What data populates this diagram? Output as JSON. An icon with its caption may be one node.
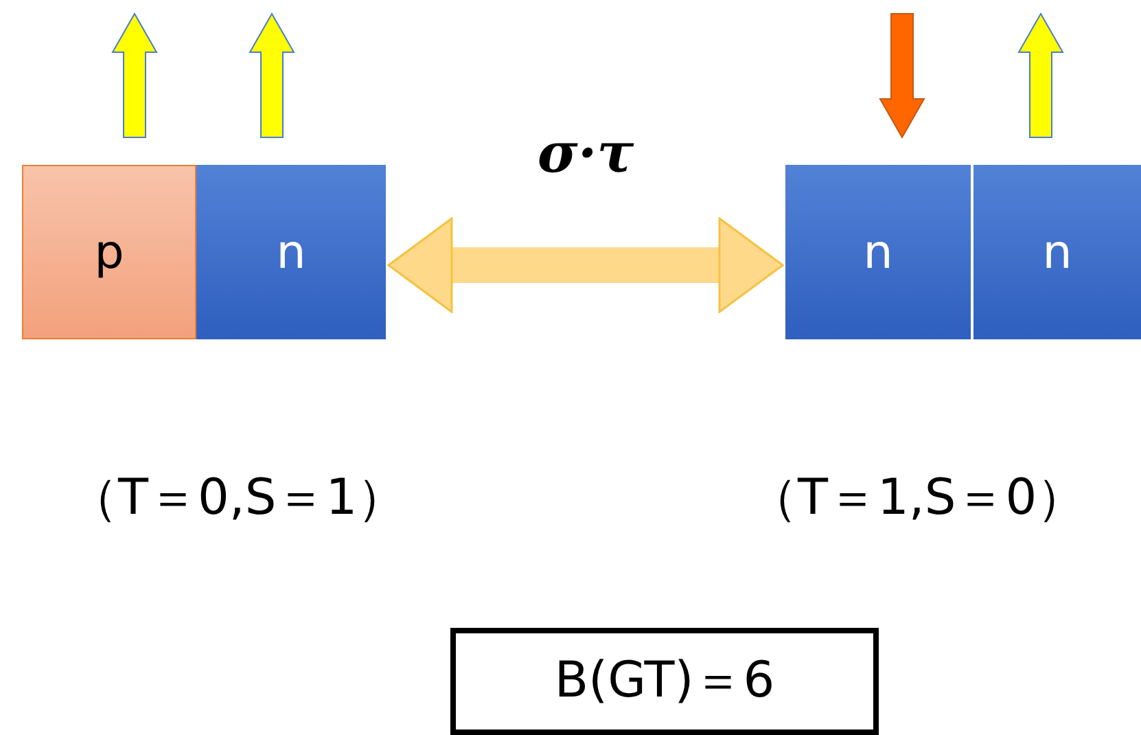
{
  "diagram": {
    "nodes": [
      {
        "text": [
          "p"
        ]
      },
      {
        "text": [
          "n"
        ]
      },
      {
        "text": [
          "n"
        ]
      },
      {
        "text": [
          "n"
        ]
      },
      {
        "text": [
          "B(GT)＝6"
        ]
      }
    ],
    "edges": [
      {
        "from": 1,
        "to": 2,
        "arrow": "both",
        "label": "σ·τ"
      }
    ],
    "labels": [
      "（T＝0,S＝1）",
      "（T＝1,S＝0）"
    ]
  }
}
